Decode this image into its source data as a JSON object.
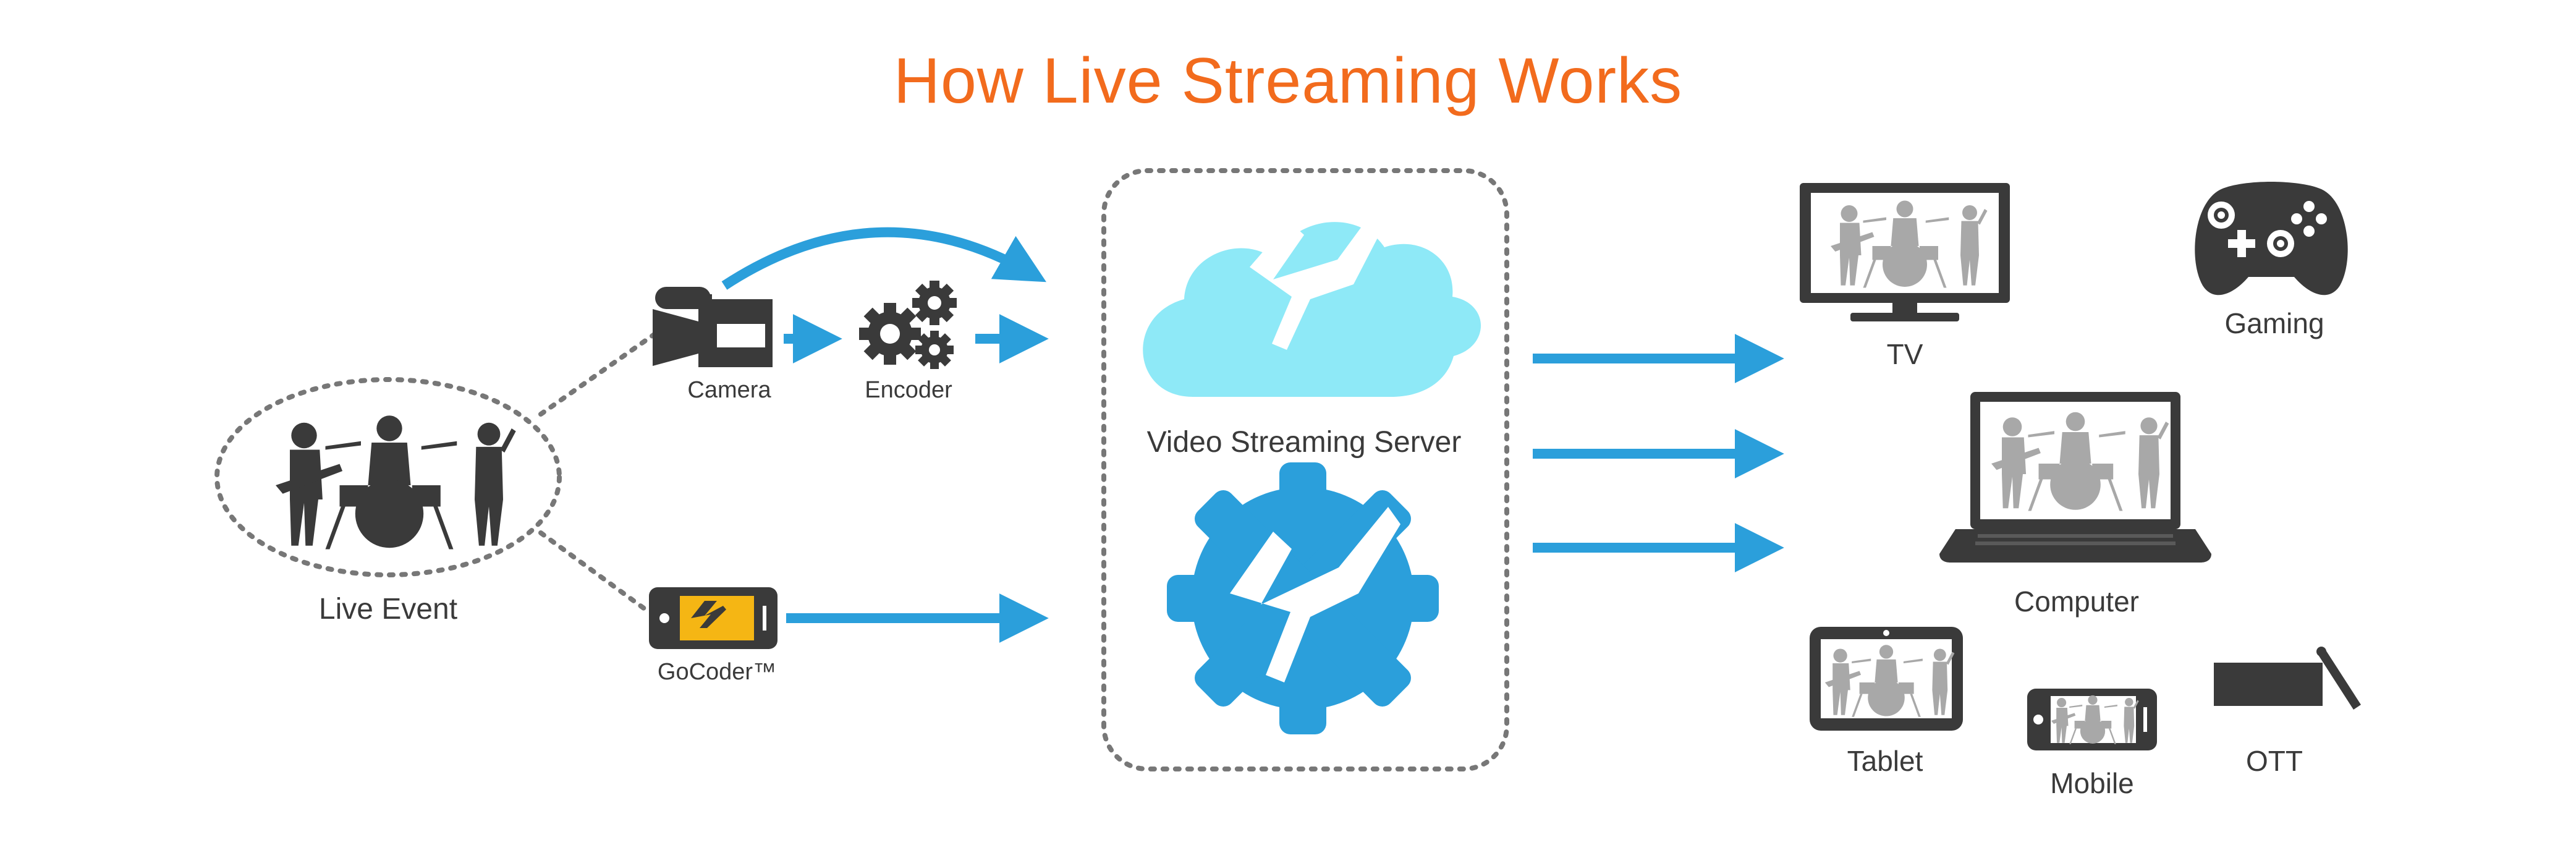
{
  "title": "How Live Streaming Works",
  "sources": {
    "live_event": "Live Event",
    "camera": "Camera",
    "encoder": "Encoder",
    "gocoder": "GoCoder™"
  },
  "server": {
    "label": "Video Streaming Server"
  },
  "devices": {
    "tv": "TV",
    "gaming": "Gaming",
    "computer": "Computer",
    "tablet": "Tablet",
    "mobile": "Mobile",
    "ott": "OTT"
  },
  "colors": {
    "title": "#f26b1d",
    "arrow": "#2b9fdb",
    "cloud": "#8ee9f7",
    "gear": "#2b9fdb",
    "icon_dark": "#3a3a3a",
    "screen_silhouette": "#a8a8a8",
    "dotted": "#777777",
    "gocoder_screen": "#f5b614"
  }
}
